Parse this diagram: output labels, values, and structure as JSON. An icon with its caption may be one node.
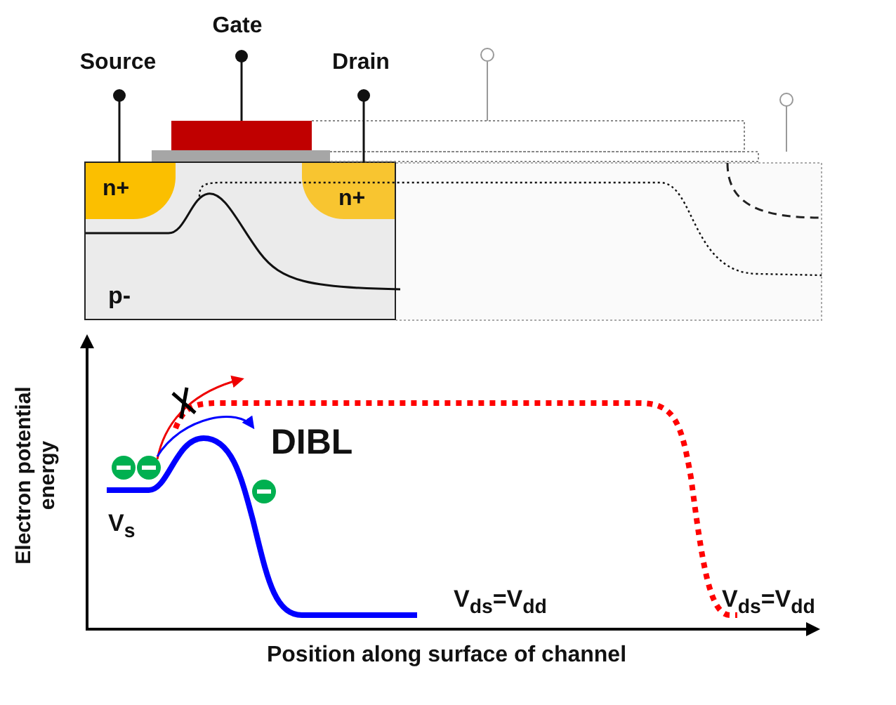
{
  "diagram": {
    "nodes": [
      {
        "text": [
          "p-"
        ]
      },
      {
        "text": [
          "n+"
        ],
        "in": 0
      },
      {
        "text": [
          "n+"
        ],
        "in": 0
      }
    ],
    "labels": [
      "Gate",
      "Source",
      "Drain",
      "DIBL",
      "V$_{s}$",
      "V$_{ds}$=V$_{dd}$",
      "V$_{ds}$=V$_{dd}$",
      "Electron potential energy",
      "Position along surface of channel"
    ]
  }
}
